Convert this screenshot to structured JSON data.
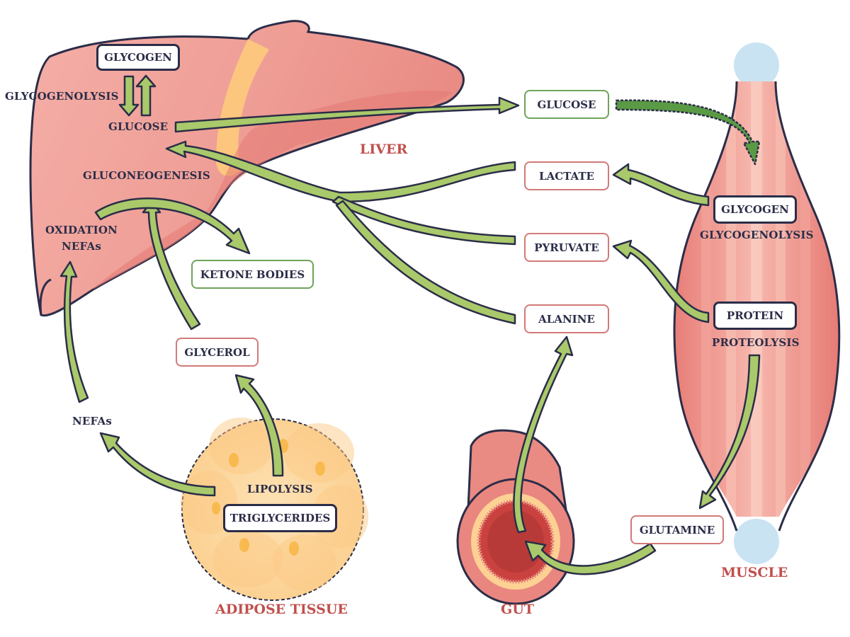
{
  "colors": {
    "arrow_fill": "#a9c96b",
    "arrow_dark_fill": "#5a9a45",
    "outline": "#2b2d48",
    "organ_label": "#c0504d",
    "liver": "#e8867f",
    "muscle": "#e98a83",
    "tendon": "#c9e3f3",
    "adipose": "#fdd59a",
    "box_border_green": "#6fa35a",
    "box_border_red": "#d27a78"
  },
  "organs": {
    "liver": "LIVER",
    "muscle": "MUSCLE",
    "adipose": "ADIPOSE TISSUE",
    "gut": "GUT"
  },
  "liver": {
    "glycogen_box": "GLYCOGEN",
    "glycogenolysis": "GLYCOGENOLYSIS",
    "glucose": "GLUCOSE",
    "gluconeogenesis": "GLUCONEOGENESIS",
    "oxidation_line1": "OXIDATION",
    "oxidation_line2": "NEFAs"
  },
  "blood": {
    "glucose": "GLUCOSE",
    "lactate": "LACTATE",
    "pyruvate": "PYRUVATE",
    "alanine": "ALANINE",
    "ketone_bodies": "KETONE BODIES",
    "glycerol": "GLYCEROL",
    "nefas": "NEFAs",
    "glutamine": "GLUTAMINE"
  },
  "muscle": {
    "glycogen_box": "GLYCOGEN",
    "glycogenolysis": "GLYCOGENOLYSIS",
    "protein_box": "PROTEIN",
    "proteolysis": "PROTEOLYSIS"
  },
  "adipose": {
    "lipolysis": "LIPOLYSIS",
    "triglycerides_box": "TRIGLYCERIDES"
  },
  "flows": [
    {
      "from": "liver glycogen",
      "to": "liver glucose",
      "label": "glycogenolysis"
    },
    {
      "from": "liver glucose",
      "to": "liver glycogen"
    },
    {
      "from": "liver glucose",
      "to": "blood glucose"
    },
    {
      "from": "blood glucose",
      "to": "muscle glycogen",
      "style": "dashed"
    },
    {
      "from": "muscle glycogen",
      "to": "lactate"
    },
    {
      "from": "muscle protein",
      "to": "pyruvate"
    },
    {
      "from": "lactate",
      "to": "liver glucose"
    },
    {
      "from": "pyruvate",
      "to": "liver glucose"
    },
    {
      "from": "alanine",
      "to": "liver glucose"
    },
    {
      "from": "muscle protein",
      "to": "glutamine",
      "label": "proteolysis"
    },
    {
      "from": "glutamine",
      "to": "gut"
    },
    {
      "from": "gut",
      "to": "alanine"
    },
    {
      "from": "triglycerides",
      "to": "glycerol",
      "label": "lipolysis"
    },
    {
      "from": "triglycerides",
      "to": "nefas"
    },
    {
      "from": "nefas",
      "to": "liver oxidation"
    },
    {
      "from": "glycerol",
      "to": "liver gluconeogenesis"
    },
    {
      "from": "liver oxidation",
      "to": "ketone bodies"
    }
  ]
}
